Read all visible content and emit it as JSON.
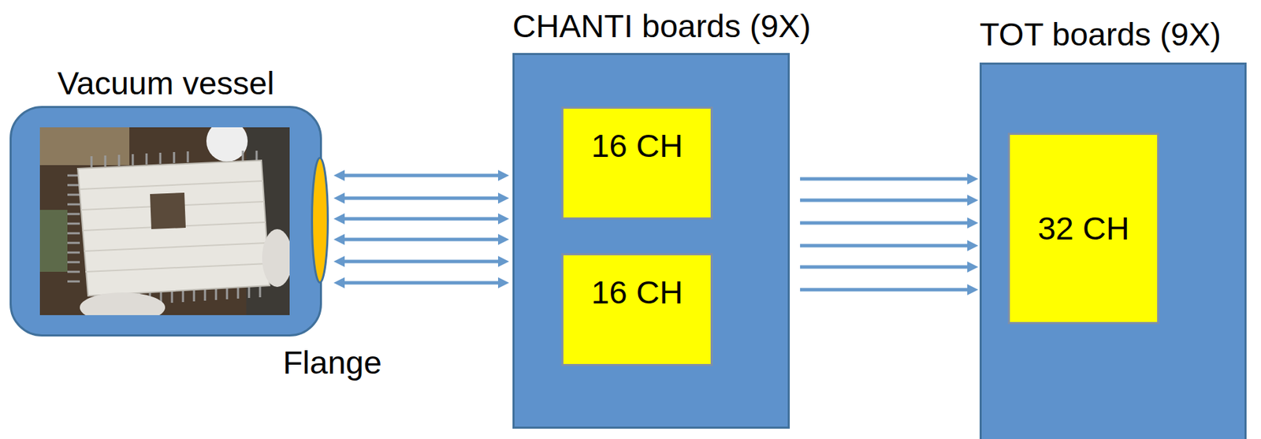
{
  "diagram": {
    "nodes": [
      {
        "text": [
          "Vacuum vessel"
        ]
      },
      {
        "text": [
          "Flange"
        ]
      },
      {
        "text": [
          "CHANTI boards (9X)"
        ]
      },
      {
        "text": [
          "16 CH"
        ],
        "in": 2
      },
      {
        "text": [
          "16 CH"
        ],
        "in": 2
      },
      {
        "text": [
          "TOT boards (9X)"
        ]
      },
      {
        "text": [
          "32 CH"
        ],
        "in": 5
      }
    ],
    "edges": [
      {
        "from": 1,
        "to": 2,
        "arrow": "both"
      },
      {
        "from": 1,
        "to": 2,
        "arrow": "both"
      },
      {
        "from": 1,
        "to": 2,
        "arrow": "both"
      },
      {
        "from": 1,
        "to": 2,
        "arrow": "both"
      },
      {
        "from": 1,
        "to": 2,
        "arrow": "both"
      },
      {
        "from": 1,
        "to": 2,
        "arrow": "both"
      },
      {
        "from": 2,
        "to": 5,
        "arrow": "to"
      },
      {
        "from": 2,
        "to": 5,
        "arrow": "to"
      },
      {
        "from": 2,
        "to": 5,
        "arrow": "to"
      },
      {
        "from": 2,
        "to": 5,
        "arrow": "to"
      },
      {
        "from": 2,
        "to": 5,
        "arrow": "to"
      },
      {
        "from": 2,
        "to": 5,
        "arrow": "to"
      }
    ]
  }
}
